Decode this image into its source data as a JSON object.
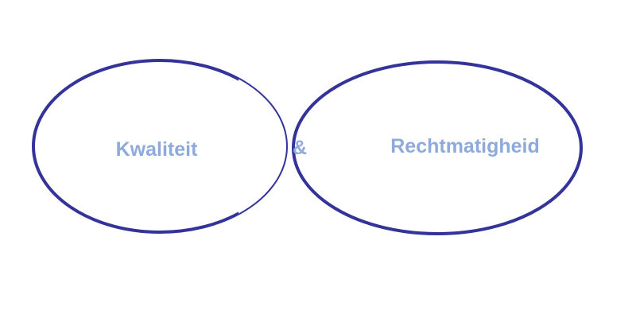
{
  "diagram": {
    "type": "venn",
    "sets": [
      {
        "label": "Kwaliteit"
      },
      {
        "label": "Rechtmatigheid"
      }
    ],
    "intersection": {
      "label": "&"
    }
  },
  "colors": {
    "outline": "#333399",
    "text": "#8eaadb",
    "background": "#ffffff"
  }
}
